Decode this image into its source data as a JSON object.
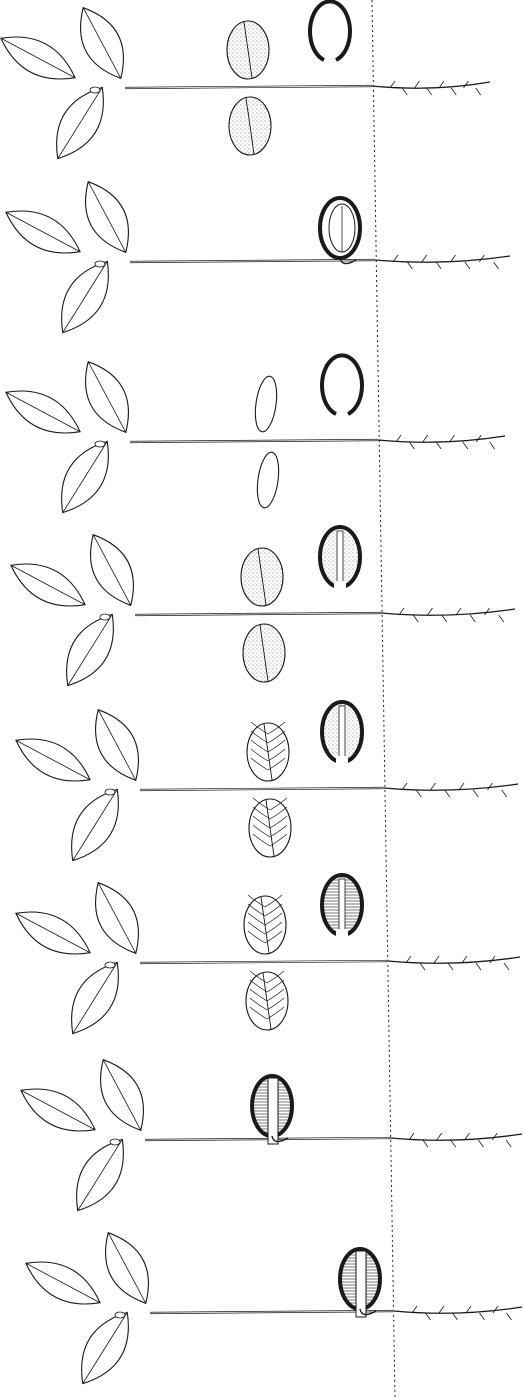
{
  "figure": {
    "stroke_color": "#1a1a1a",
    "stipple_color": "#b8b8b8",
    "hatch_color": "#6f6f6f",
    "ground_line": "dotted vertical",
    "seedlings": [
      {
        "stage": 1,
        "cotyledon_type": "stippled",
        "seed_coat": "open-ring",
        "cotyledons_position": "spread",
        "root_laterals": "many"
      },
      {
        "stage": 2,
        "cotyledon_type": "none",
        "seed_coat": "closed-with-cotyledon",
        "cotyledons_position": "enclosed",
        "root_laterals": "many"
      },
      {
        "stage": 3,
        "cotyledon_type": "narrow",
        "seed_coat": "open-ring",
        "cotyledons_position": "spread",
        "root_laterals": "many"
      },
      {
        "stage": 4,
        "cotyledon_type": "stippled",
        "seed_coat": "stippled-split",
        "cotyledons_position": "spread",
        "root_laterals": "many"
      },
      {
        "stage": 5,
        "cotyledon_type": "veined",
        "seed_coat": "stippled-split",
        "cotyledons_position": "spread",
        "root_laterals": "many"
      },
      {
        "stage": 6,
        "cotyledon_type": "veined",
        "seed_coat": "hatched-split",
        "cotyledons_position": "spread",
        "root_laterals": "many"
      },
      {
        "stage": 7,
        "cotyledon_type": "none",
        "seed_coat": "hatched-with-stem",
        "cotyledons_position": "enclosed",
        "root_laterals": "many"
      },
      {
        "stage": 8,
        "cotyledon_type": "none",
        "seed_coat": "hatched-with-stem",
        "cotyledons_position": "enclosed",
        "root_laterals": "many"
      }
    ]
  }
}
